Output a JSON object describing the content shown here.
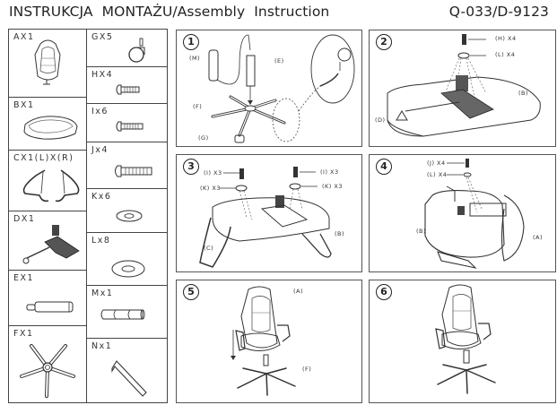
{
  "header": {
    "title": "INSTRUKCJA  MONTAŻU/Assembly  Instruction",
    "model": "Q-033/D-9123"
  },
  "parts": {
    "left": [
      {
        "label": "AX1",
        "part": "backrest"
      },
      {
        "label": "BX1",
        "part": "seat"
      },
      {
        "label": "CX1(L)X(R)",
        "part": "armrests"
      },
      {
        "label": "DX1",
        "part": "tilt-mechanism"
      },
      {
        "label": "EX1",
        "part": "gas-lift"
      },
      {
        "label": "FX1",
        "part": "five-star-base"
      }
    ],
    "right": [
      {
        "label": "GX5",
        "part": "caster"
      },
      {
        "label": "HX4",
        "part": "short-bolt"
      },
      {
        "label": "Ix6",
        "part": "medium-bolt"
      },
      {
        "label": "Jx4",
        "part": "long-bolt"
      },
      {
        "label": "Kx6",
        "part": "small-washer"
      },
      {
        "label": "Lx8",
        "part": "large-washer"
      },
      {
        "label": "Mx1",
        "part": "gas-lift-cover"
      },
      {
        "label": "Nx1",
        "part": "allen-key"
      }
    ]
  },
  "steps": [
    {
      "number": "1",
      "callouts": [
        "(M)",
        "(E)",
        "(F)",
        "(G)"
      ]
    },
    {
      "number": "2",
      "callouts": [
        "(H) X4",
        "(L) X4",
        "(B)",
        "(D)"
      ]
    },
    {
      "number": "3",
      "callouts": [
        "(I) X3",
        "(K) X3",
        "(I) X3",
        "(K) X3",
        "(B)",
        "(C)"
      ]
    },
    {
      "number": "4",
      "callouts": [
        "(J) X4",
        "(L) X4",
        "(B)",
        "(A)"
      ]
    },
    {
      "number": "5",
      "callouts": [
        "(A)",
        "(F)"
      ]
    },
    {
      "number": "6",
      "callouts": []
    }
  ]
}
